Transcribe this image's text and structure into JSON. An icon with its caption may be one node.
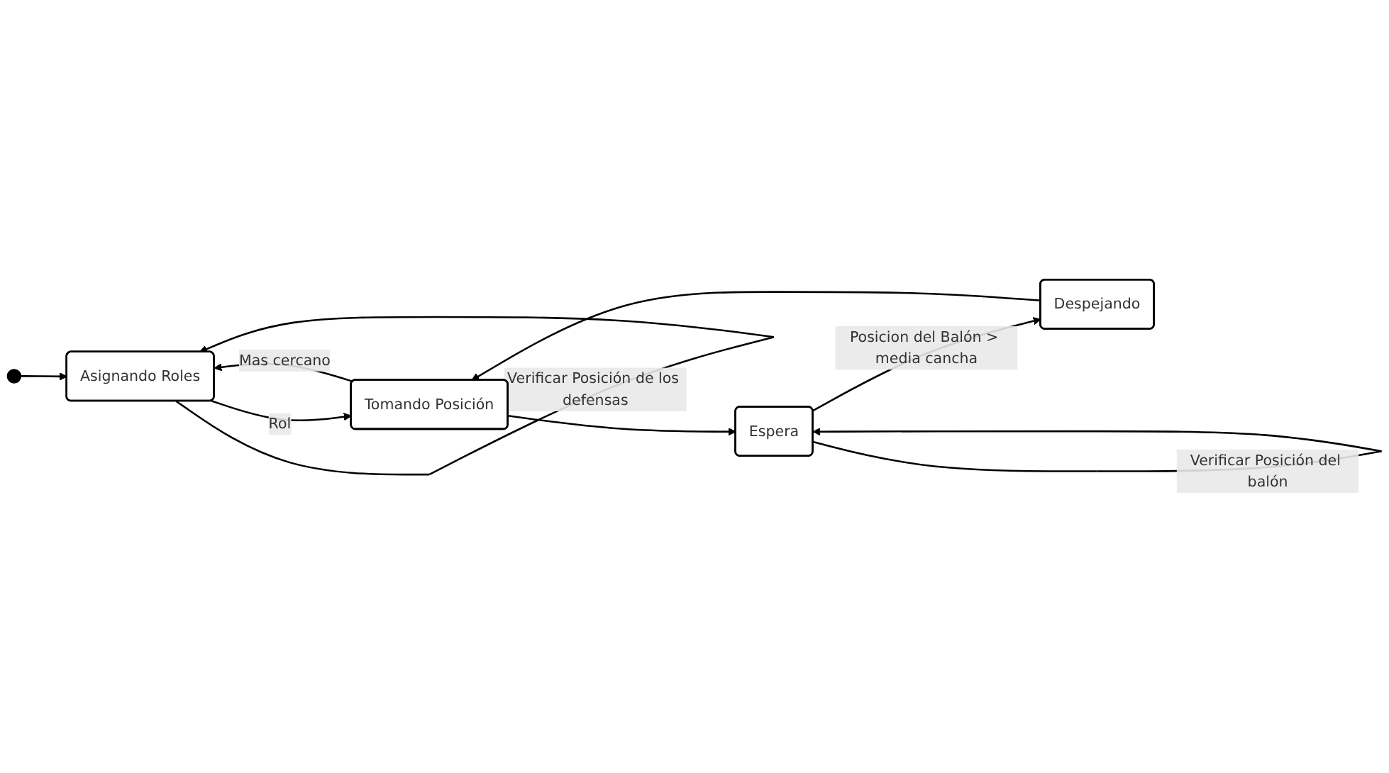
{
  "diagram": {
    "nodes": [
      {
        "text": [],
        "shape": "circle"
      },
      {
        "text": [
          "Asignando Roles"
        ]
      },
      {
        "text": [
          "Tomando Posición"
        ]
      },
      {
        "text": [
          "Espera"
        ]
      },
      {
        "text": [
          "Despejando"
        ]
      }
    ],
    "edges": [
      {
        "from": 0,
        "to": 1,
        "arrow": "to"
      },
      {
        "from": 1,
        "to": 1,
        "arrow": "to",
        "label": "Verificar Posición de los defensas"
      },
      {
        "from": 1,
        "to": 2,
        "arrow": "to",
        "label": "Rol"
      },
      {
        "from": 2,
        "to": 1,
        "arrow": "to",
        "label": "Mas cercano"
      },
      {
        "from": 2,
        "to": 3,
        "arrow": "to"
      },
      {
        "from": 3,
        "to": 3,
        "arrow": "to",
        "label": "Verificar Posición del balón"
      },
      {
        "from": 3,
        "to": 4,
        "arrow": "to",
        "label": "Posicion del Balón > media cancha"
      },
      {
        "from": 4,
        "to": 2,
        "arrow": "to"
      }
    ]
  }
}
